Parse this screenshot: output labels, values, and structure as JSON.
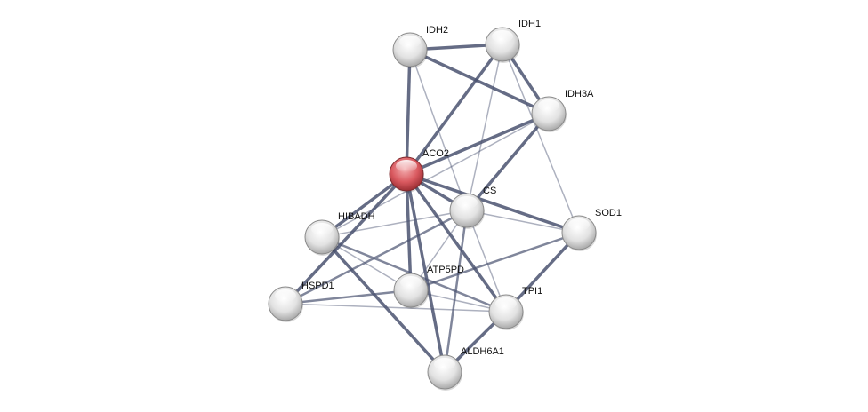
{
  "network": {
    "query_protein": "ACO2",
    "colors": {
      "query": "#d9595f",
      "node": "#e6e6e6",
      "edge": "#4a5270"
    },
    "nodes": [
      {
        "id": "IDH2",
        "label": "IDH2"
      },
      {
        "id": "IDH1",
        "label": "IDH1"
      },
      {
        "id": "IDH3A",
        "label": "IDH3A"
      },
      {
        "id": "ACO2",
        "label": "ACO2",
        "query": true
      },
      {
        "id": "CS",
        "label": "CS"
      },
      {
        "id": "SOD1",
        "label": "SOD1"
      },
      {
        "id": "HIBADH",
        "label": "HIBADH"
      },
      {
        "id": "HSPD1",
        "label": "HSPD1"
      },
      {
        "id": "ATP5PD",
        "label": "ATP5PD"
      },
      {
        "id": "TPI1",
        "label": "TPI1"
      },
      {
        "id": "ALDH6A1",
        "label": "ALDH6A1"
      }
    ],
    "edges": [
      [
        "IDH2",
        "IDH1",
        3
      ],
      [
        "IDH2",
        "IDH3A",
        3
      ],
      [
        "IDH2",
        "ACO2",
        3
      ],
      [
        "IDH2",
        "CS",
        1
      ],
      [
        "IDH1",
        "ACO2",
        3
      ],
      [
        "IDH1",
        "IDH3A",
        3
      ],
      [
        "IDH1",
        "CS",
        1
      ],
      [
        "IDH1",
        "SOD1",
        1
      ],
      [
        "IDH3A",
        "ACO2",
        3
      ],
      [
        "IDH3A",
        "CS",
        3
      ],
      [
        "IDH3A",
        "HIBADH",
        1
      ],
      [
        "ACO2",
        "HIBADH",
        3
      ],
      [
        "ACO2",
        "HSPD1",
        3
      ],
      [
        "ACO2",
        "CS",
        3
      ],
      [
        "ACO2",
        "SOD1",
        3
      ],
      [
        "ACO2",
        "ATP5PD",
        3
      ],
      [
        "ACO2",
        "TPI1",
        3
      ],
      [
        "ACO2",
        "ALDH6A1",
        3
      ],
      [
        "CS",
        "HIBADH",
        1
      ],
      [
        "CS",
        "SOD1",
        1
      ],
      [
        "CS",
        "HSPD1",
        2
      ],
      [
        "CS",
        "ATP5PD",
        1
      ],
      [
        "CS",
        "TPI1",
        1
      ],
      [
        "CS",
        "ALDH6A1",
        2
      ],
      [
        "HIBADH",
        "ATP5PD",
        1
      ],
      [
        "HIBADH",
        "TPI1",
        2
      ],
      [
        "HIBADH",
        "ALDH6A1",
        3
      ],
      [
        "HSPD1",
        "ATP5PD",
        2
      ],
      [
        "HSPD1",
        "TPI1",
        1
      ],
      [
        "ATP5PD",
        "SOD1",
        2
      ],
      [
        "ATP5PD",
        "TPI1",
        1
      ],
      [
        "SOD1",
        "TPI1",
        3
      ],
      [
        "TPI1",
        "ALDH6A1",
        3
      ]
    ]
  }
}
